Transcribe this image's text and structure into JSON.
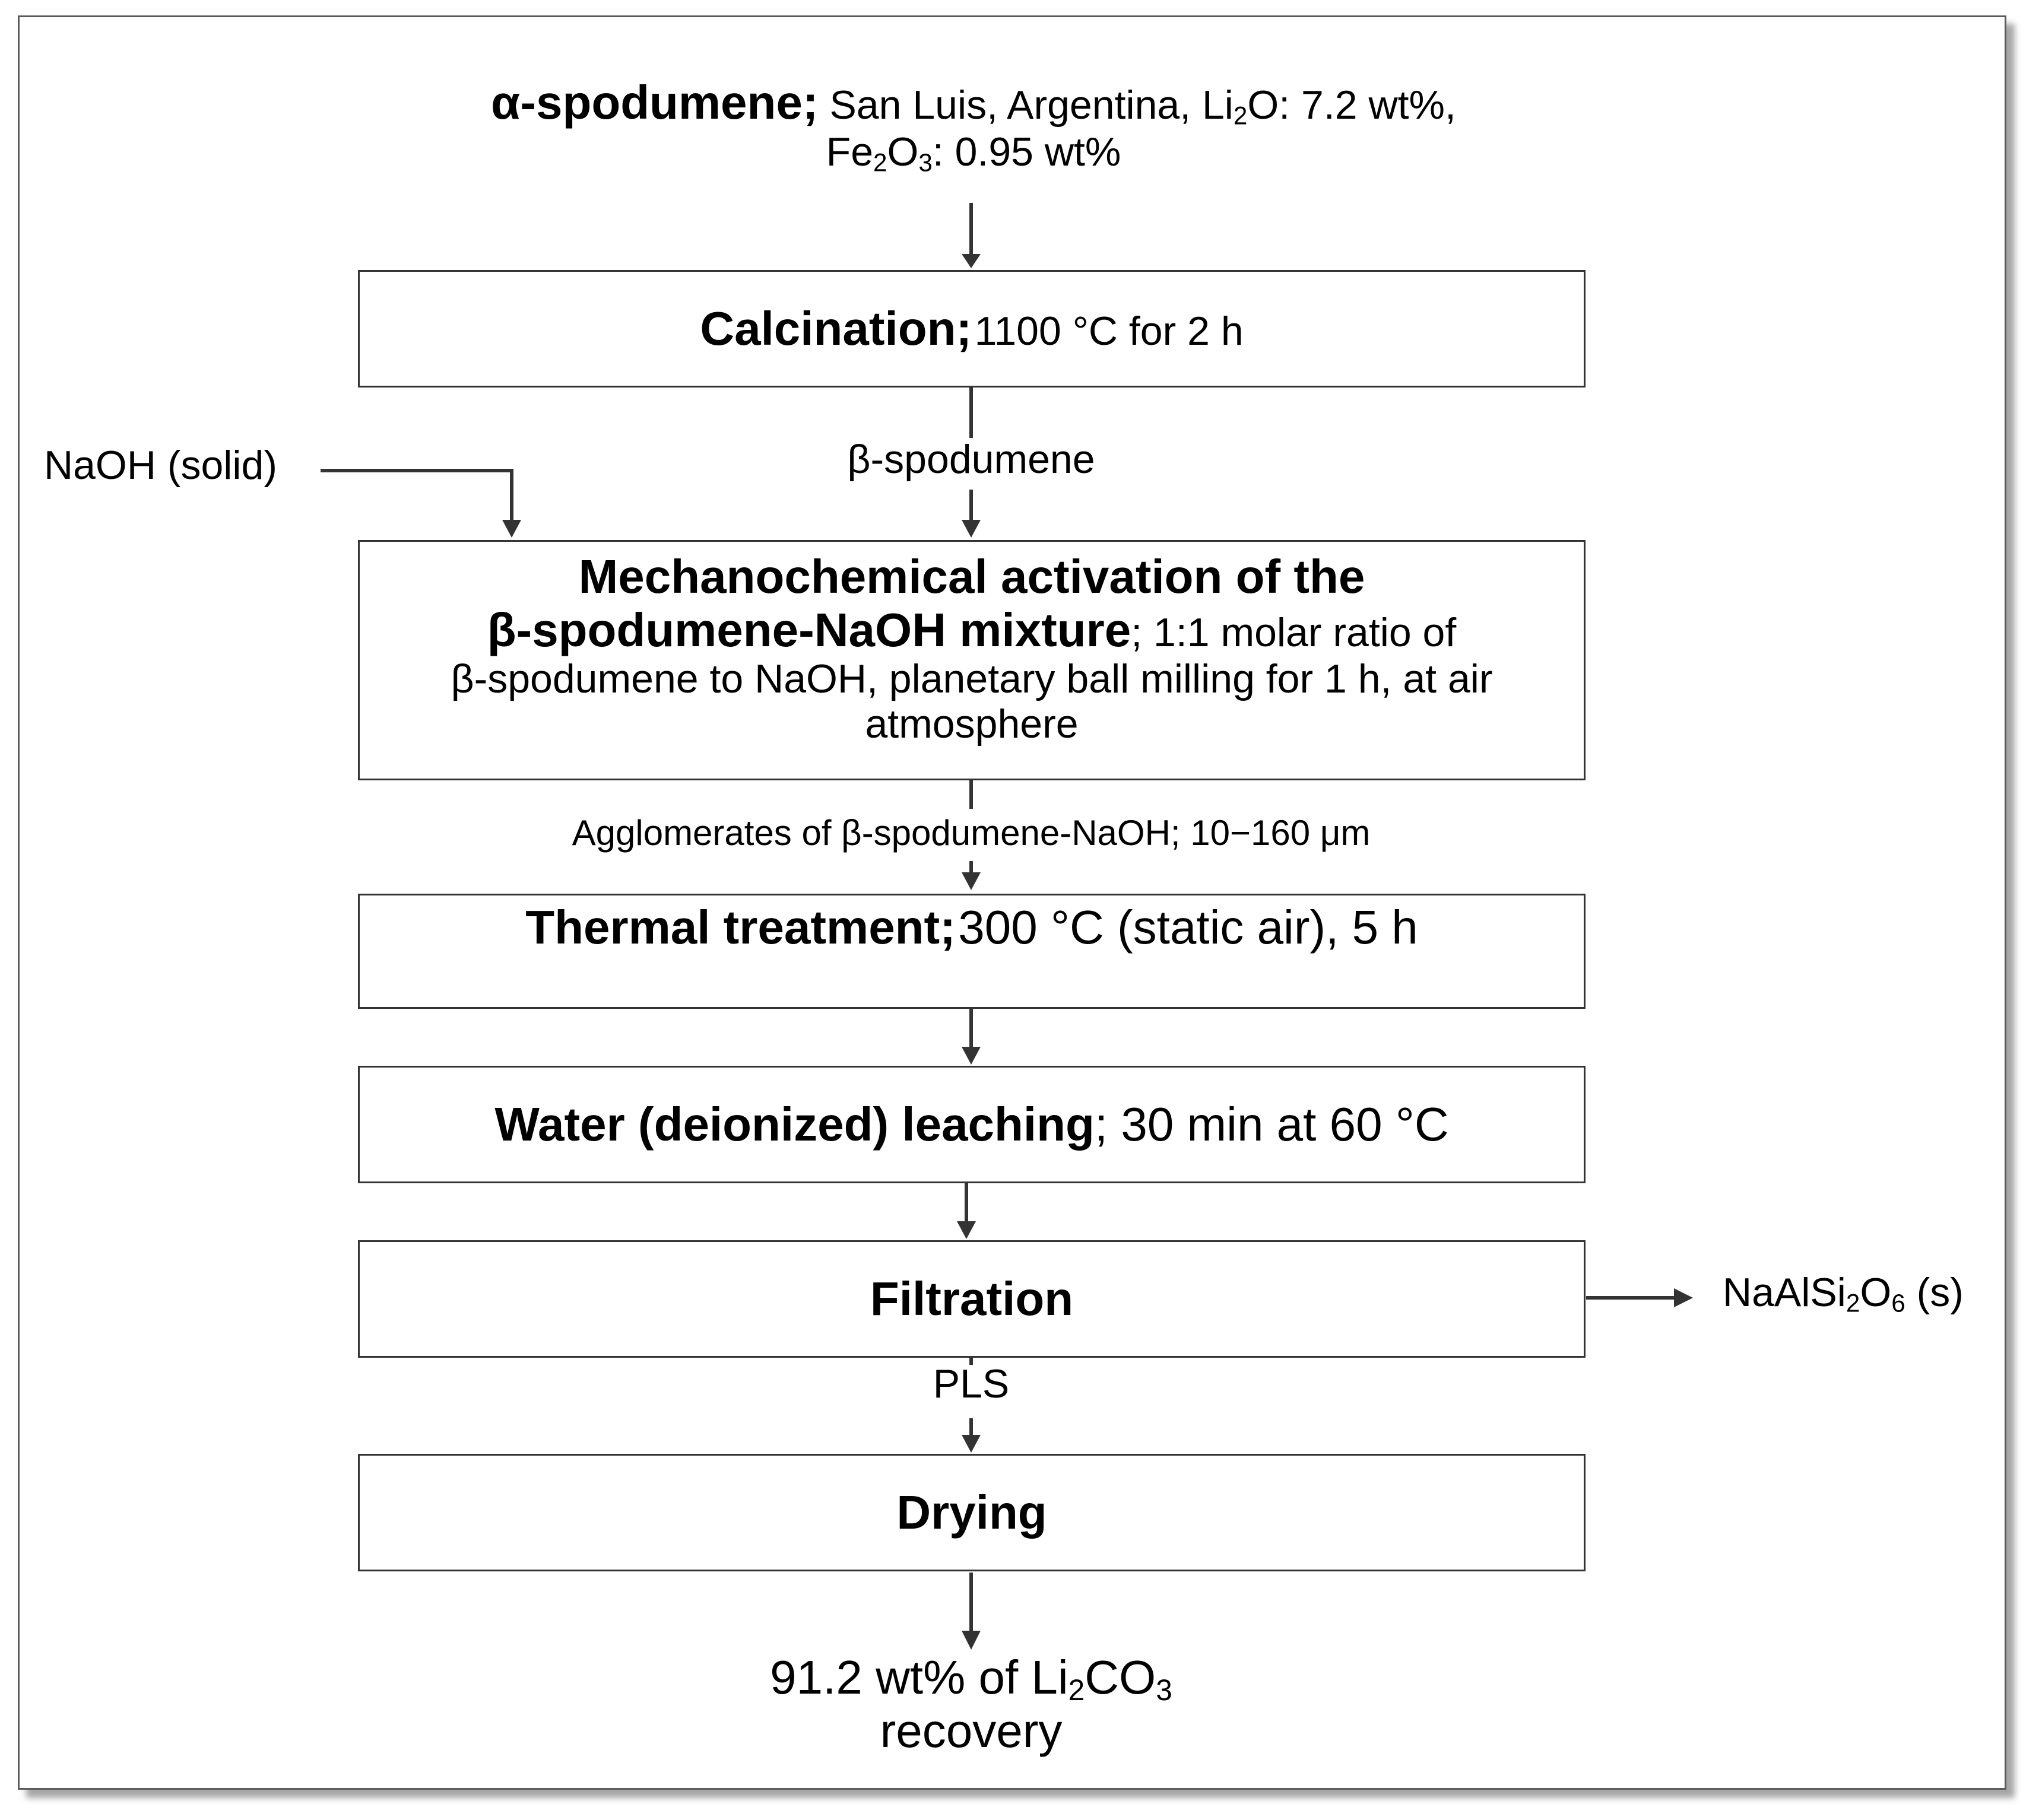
{
  "raw_material": {
    "name": "α-spodumene;",
    "detail_line1": "San Luis, Argentina, Li",
    "li2o_sub": "2",
    "detail_line1_end": "O: 7.2 wt%,",
    "line2_prefix": "Fe",
    "fe_sub1": "2",
    "line2_mid": "O",
    "fe_sub2": "3",
    "line2_end": ": 0.95 wt%"
  },
  "calcination": {
    "title": "Calcination;",
    "detail": "1100 °C for 2 h"
  },
  "beta_label": "β-spodumene",
  "naoh_input": "NaOH (solid)",
  "mechano": {
    "title_line1": "Mechanochemical activation of the",
    "title_line2": "β-spodumene-NaOH mixture",
    "detail_line2": "; 1:1 molar ratio of",
    "detail_line3": "β-spodumene to NaOH, planetary ball milling for 1 h, at air",
    "detail_line4": "atmosphere"
  },
  "agglomerates_label": "Agglomerates of β-spodumene-NaOH; 10−160 μm",
  "thermal": {
    "title": "Thermal treatment;",
    "detail": "300 °C (static air), 5 h"
  },
  "leaching": {
    "title": "Water (deionized) leaching",
    "detail": "; 30 min at 60 °C"
  },
  "filtration": {
    "title": "Filtration"
  },
  "byproduct": {
    "prefix": "NaAlSi",
    "sub1": "2",
    "mid": "O",
    "sub2": "6",
    "end": " (s)"
  },
  "pls_label": "PLS",
  "drying": {
    "title": "Drying"
  },
  "product": {
    "line1_prefix": "91.2 wt% of Li",
    "sub1": "2",
    "line1_mid": "CO",
    "sub2": "3",
    "line2": "recovery"
  },
  "colors": {
    "arrow": "#333333",
    "frame_border": "#5a5a5a"
  }
}
